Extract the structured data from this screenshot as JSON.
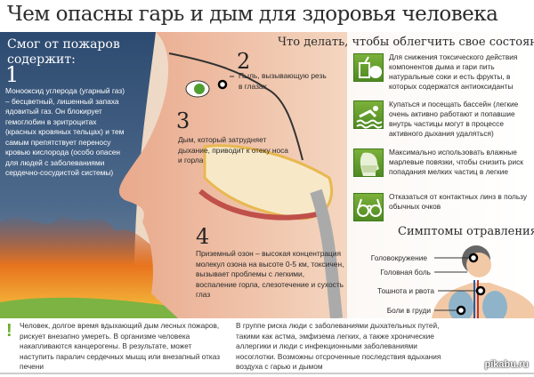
{
  "title": "Чем опасны гарь и дым для здоровья человека",
  "smog": {
    "heading": "Смог от пожаров содержит:",
    "items": [
      {
        "number": "1",
        "text": "Монооксид углерода (угарный газ) – бесцветный, лишенный запаха ядовитый газ. Он блокирует гемоглобин в эритроцитах (красных кровяных тельцах) и тем самым препятствует переносу кровью кислорода (особо опасен для людей с заболеваниями сердечно-сосудистой системы)"
      },
      {
        "number": "2",
        "text": "Пыль, вызывающую резь в глазах"
      },
      {
        "number": "3",
        "text": "Дым, который затрудняет дыхание, приводит к отеку носа и горла"
      },
      {
        "number": "4",
        "text": "Приземный озон – высокая концентрация молекул озона на высоте 0-5 км, токсичен, вызывает проблемы с легкими, воспаление горла, слезотечение и сухость глаз"
      }
    ]
  },
  "help": {
    "heading": "Что делать, чтобы облегчить свое состояние",
    "tips": [
      {
        "icon": "juice-apple-icon",
        "text": "Для снижения токсического действия компонентов дыма и гари пить натуральные соки и есть фрукты, в которых содержатся антиоксиданты"
      },
      {
        "icon": "swimmer-icon",
        "text": "Купаться и посещать бассейн (легкие очень активно работают и попавшие внутрь частицы могут в процессе активного дыхания удаляться)"
      },
      {
        "icon": "face-mask-icon",
        "text": "Максимально использовать влажные марлевые повязки, чтобы снизить риск попадания мелких частиц в легкие"
      },
      {
        "icon": "glasses-icon",
        "text": "Отказаться от контактных линз в пользу обычных очков"
      }
    ],
    "accent": "#5f9a2a"
  },
  "symptoms": {
    "heading": "Симптомы отравления",
    "items": [
      "Головокружение",
      "Головная боль",
      "Тошнота и рвота",
      "Боли в груди"
    ]
  },
  "bottom": {
    "warning_icon": "exclamation-icon",
    "left": "Человек, долгое время вдыхающий дым лесных пожаров, рискует внезапно умереть. В организме человека накапливаются канцерогены. В результате, может наступить паралич сердечных мышц или внезапный отказ печени",
    "right": "В группе риска люди с заболеваниями дыхательных путей, такими как астма, эмфизема легких, а также хронические аллергики и люди с инфекционными заболеваниями носоглотки. Возможны отсроченные последствия вдыхания воздуха с гарью и дымом"
  },
  "watermark": "pikabu.ru"
}
